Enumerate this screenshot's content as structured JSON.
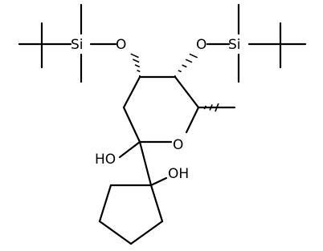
{
  "labels": {
    "si_left": "Si",
    "si_right": "Si",
    "o_tbs_left": "O",
    "o_tbs_right": "O",
    "o_ring": "O",
    "oh_ring": "HO",
    "oh_cyclopentyl": "OH"
  },
  "colors": {
    "bond": "#000000",
    "text": "#000000",
    "background": "#ffffff"
  }
}
